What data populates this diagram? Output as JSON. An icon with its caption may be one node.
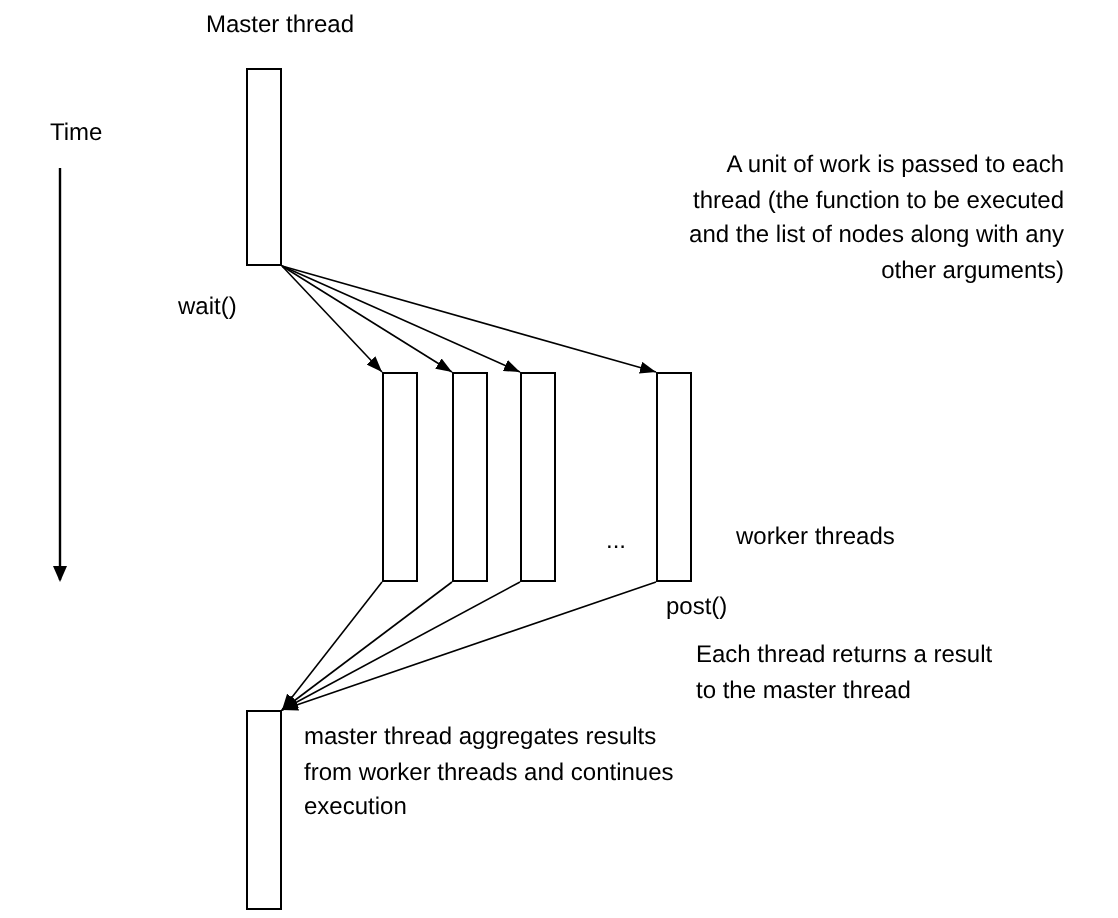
{
  "diagram": {
    "nodes": [
      {
        "text": [],
        "shape": "bar",
        "beside": [
          "Master thread",
          "wait()"
        ]
      },
      {
        "text": [],
        "shape": "bar"
      },
      {
        "text": [],
        "shape": "bar"
      },
      {
        "text": [],
        "shape": "bar"
      },
      {
        "text": [],
        "shape": "bar",
        "beside": [
          "post()"
        ]
      },
      {
        "text": [],
        "shape": "bar",
        "beside": [
          "master thread aggregates results from worker threads and continues execution"
        ]
      }
    ],
    "edges": [
      {
        "from": 0,
        "to": 1,
        "arrow": "to"
      },
      {
        "from": 0,
        "to": 2,
        "arrow": "to"
      },
      {
        "from": 0,
        "to": 3,
        "arrow": "to"
      },
      {
        "from": 0,
        "to": 4,
        "arrow": "to"
      },
      {
        "from": 1,
        "to": 5,
        "arrow": "to"
      },
      {
        "from": 2,
        "to": 5,
        "arrow": "to"
      },
      {
        "from": 3,
        "to": 5,
        "arrow": "to"
      },
      {
        "from": 4,
        "to": 5,
        "arrow": "to"
      }
    ],
    "labels": [
      "Time",
      "A unit of work is passed to each thread (the function to be executed and the list of nodes along with any other arguments)",
      "...",
      "worker threads",
      "Each thread returns a result to the master thread"
    ]
  }
}
